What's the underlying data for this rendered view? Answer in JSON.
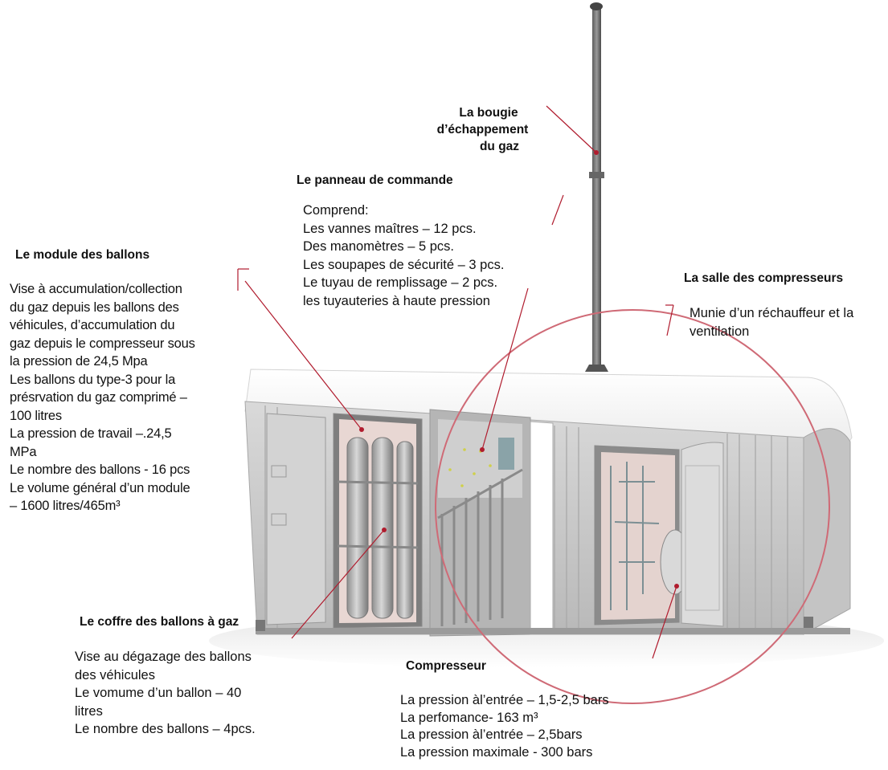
{
  "bougie": {
    "title_lines": [
      "La bougie",
      "d’échappement",
      "du gaz"
    ]
  },
  "panneau": {
    "title": "Le panneau de commande",
    "lines": [
      "Comprend:",
      "Les vannes maîtres – 12 pcs.",
      "Des manomètres – 5 pcs.",
      "Les soupapes de sécurité – 3 pcs.",
      "Le tuyau de remplissage – 2 pcs.",
      "les tuyauteries à haute pression"
    ]
  },
  "module": {
    "title": "Le module des ballons",
    "lines": [
      "Vise à accumulation/collection",
      "du gaz depuis les ballons des",
      "véhicules, d’accumulation du",
      "gaz depuis le compresseur sous",
      "la pression de 24,5 Mpa",
      "Les ballons du type-3 pour la",
      "présrvation du gaz  comprimé –",
      "100 litres",
      "La pression de travail –.24,5",
      "MPa",
      "Le nombre des ballons - 16 pcs",
      "Le volume général d’un module",
      "– 1600 litres/465m³"
    ]
  },
  "salle": {
    "title": "La salle des compresseurs",
    "lines": [
      "Munie d’un réchauffeur et la",
      "ventilation"
    ]
  },
  "coffre": {
    "title": "Le coffre des ballons à gaz",
    "lines": [
      "Vise au dégazage des ballons",
      "des véhicules",
      "Le vomume d’un ballon – 40",
      "litres",
      "Le nombre des ballons – 4pcs."
    ]
  },
  "compresseur": {
    "title": "Compresseur",
    "lines": [
      "La pression àl’entrée – 1,5-2,5 bars",
      "La perfomance- 163 m³",
      "La pression àl’entrée – 2,5bars",
      "La pression maximale - 300 bars"
    ]
  },
  "colors": {
    "leader_line": "#b01c2e",
    "container_body": "#c9c9c9",
    "container_roof": "#f6f6f6"
  }
}
